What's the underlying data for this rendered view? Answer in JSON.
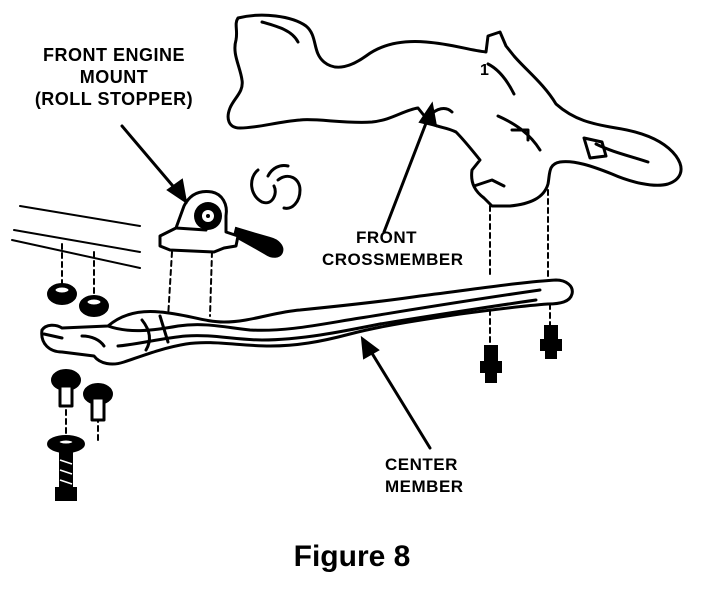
{
  "labels": {
    "front_engine_mount": [
      "FRONT ENGINE",
      "MOUNT",
      "(ROLL STOPPER)"
    ],
    "front_crossmember": [
      "FRONT",
      "CROSSMEMBER"
    ],
    "center_member": [
      "CENTER",
      "MEMBER"
    ]
  },
  "caption": "Figure 8",
  "callout_numbers": [
    "1"
  ]
}
